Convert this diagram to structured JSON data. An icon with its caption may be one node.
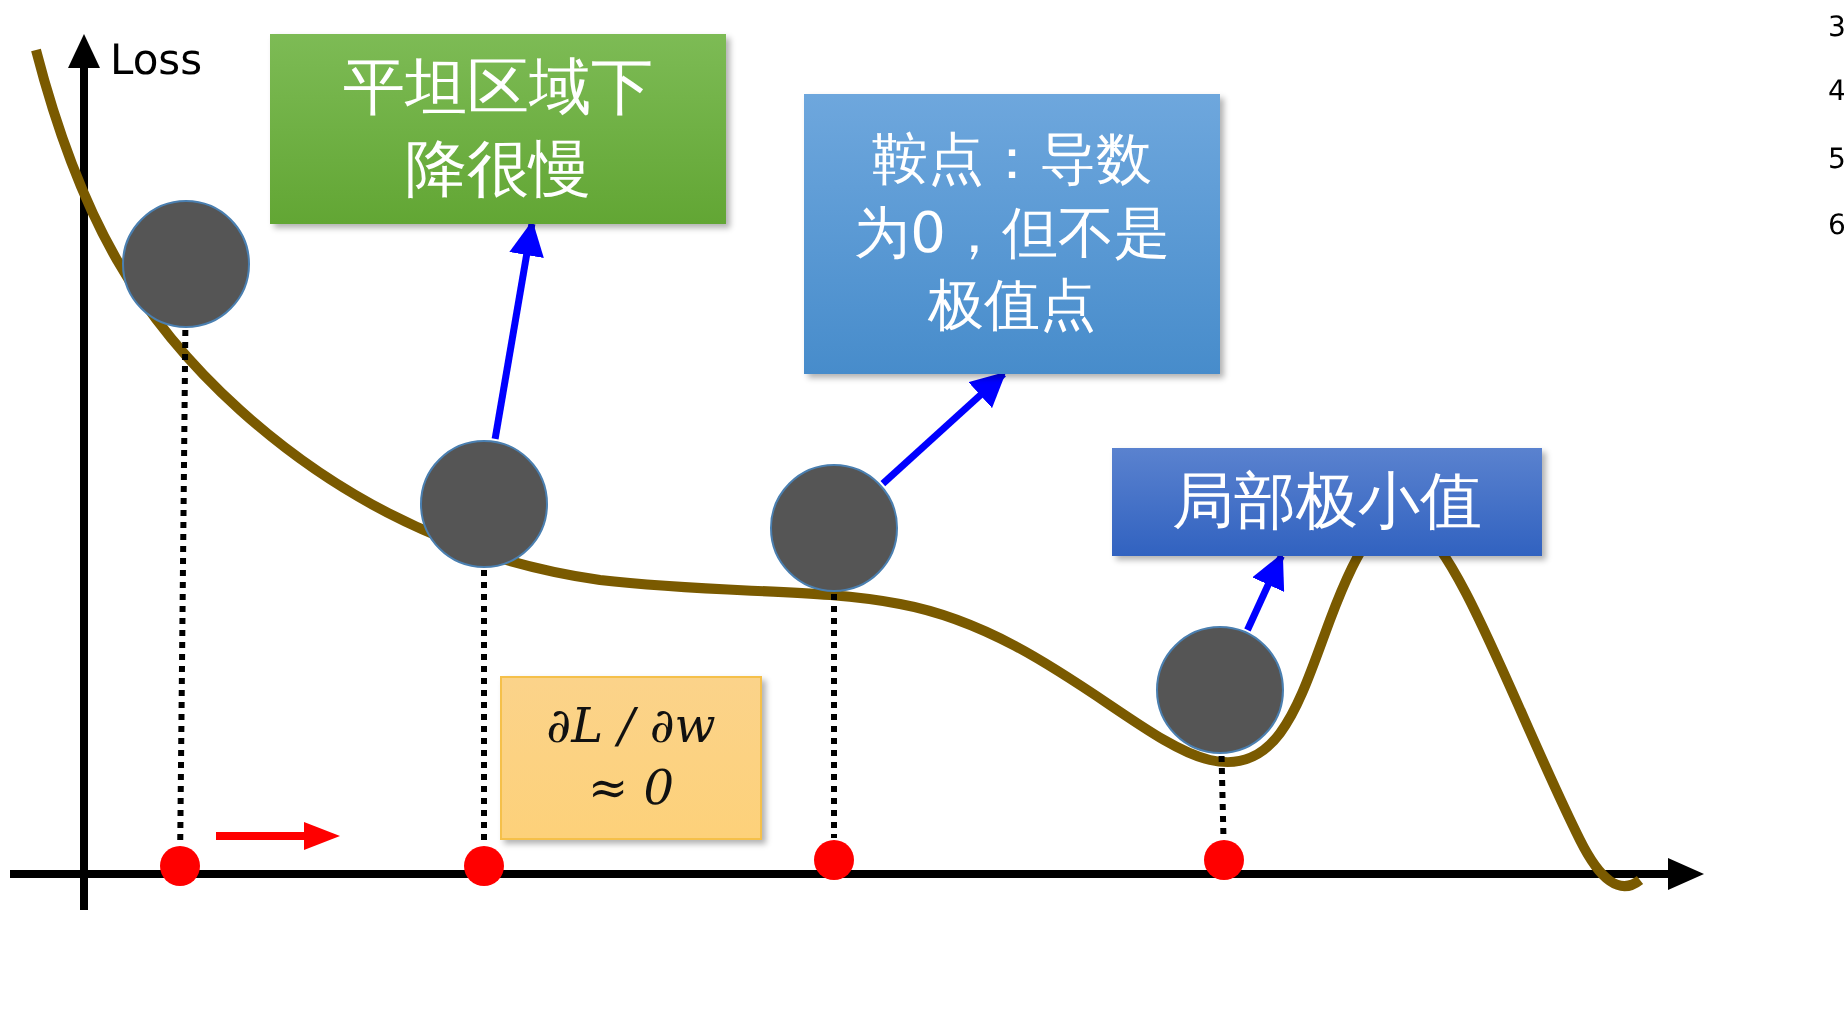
{
  "diagram": {
    "nodes": [
      {
        "text": [
          "平坦区域下降很慢"
        ]
      },
      {
        "text": [
          "鞍点：导数为0，但不是极值点"
        ]
      },
      {
        "text": [
          "局部极小值"
        ]
      },
      {
        "text": [
          "∂L / ∂w ≈ 0"
        ]
      },
      {
        "text": [],
        "shape": "circle"
      },
      {
        "text": [],
        "shape": "circle"
      },
      {
        "text": [],
        "shape": "circle"
      },
      {
        "text": [],
        "shape": "circle"
      },
      {
        "text": [],
        "shape": "circle"
      },
      {
        "text": [],
        "shape": "circle"
      },
      {
        "text": [],
        "shape": "circle"
      },
      {
        "text": [],
        "shape": "circle"
      }
    ],
    "edges": [
      {
        "from": 5,
        "to": 0,
        "arrow": "to",
        "color": "#0000ff"
      },
      {
        "from": 6,
        "to": 1,
        "arrow": "to",
        "color": "#0000ff"
      },
      {
        "from": 7,
        "to": 2,
        "arrow": "to",
        "color": "#0000ff"
      },
      {
        "from": 4,
        "to": 8,
        "arrow": "none",
        "style": "dashed"
      },
      {
        "from": 5,
        "to": 9,
        "arrow": "none",
        "style": "dashed"
      },
      {
        "from": 6,
        "to": 10,
        "arrow": "none",
        "style": "dashed"
      },
      {
        "from": 7,
        "to": 11,
        "arrow": "none",
        "style": "dashed"
      }
    ],
    "labels": [
      "Loss",
      "3",
      "4",
      "5",
      "6"
    ]
  }
}
